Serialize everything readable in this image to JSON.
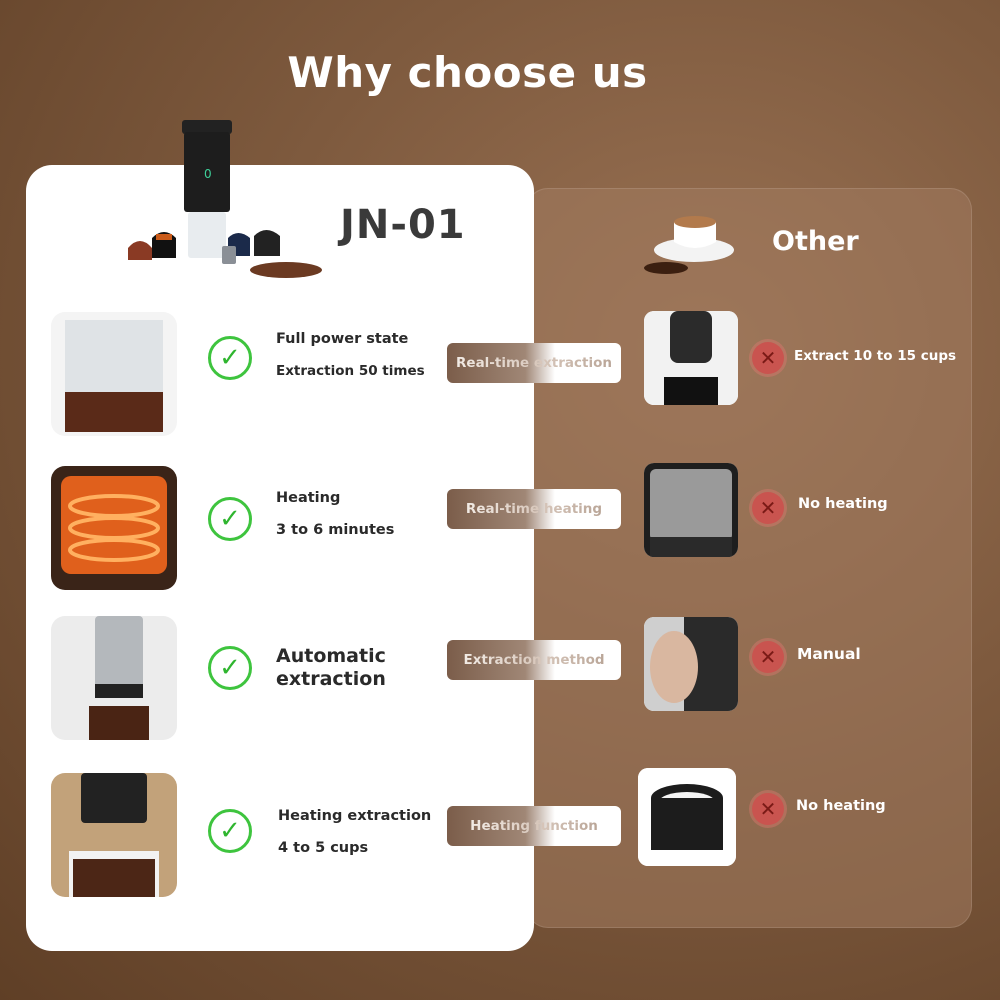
{
  "header": {
    "title": "Why choose us"
  },
  "brand": {
    "name": "JN-01"
  },
  "competitor": {
    "name": "Other"
  },
  "rows": [
    {
      "ours": [
        "Full power state",
        "Extraction 50 times"
      ],
      "category": "Real-time extraction",
      "theirs": "Extract 10 to 15 cups"
    },
    {
      "ours": [
        "Heating",
        "3 to 6 minutes"
      ],
      "category": "Real-time heating",
      "theirs": "No heating"
    },
    {
      "ours": [
        "Automatic",
        "extraction"
      ],
      "category": "Extraction method",
      "theirs": "Manual"
    },
    {
      "ours": [
        "Heating extraction",
        "4 to 5 cups"
      ],
      "category": "Heating function",
      "theirs": "No heating"
    }
  ],
  "icons": {
    "ours": "check-icon",
    "theirs": "cross-icon"
  },
  "colors": {
    "check": "#3ec43e",
    "cross": "#c9544f",
    "background": "#7e5a3e"
  }
}
